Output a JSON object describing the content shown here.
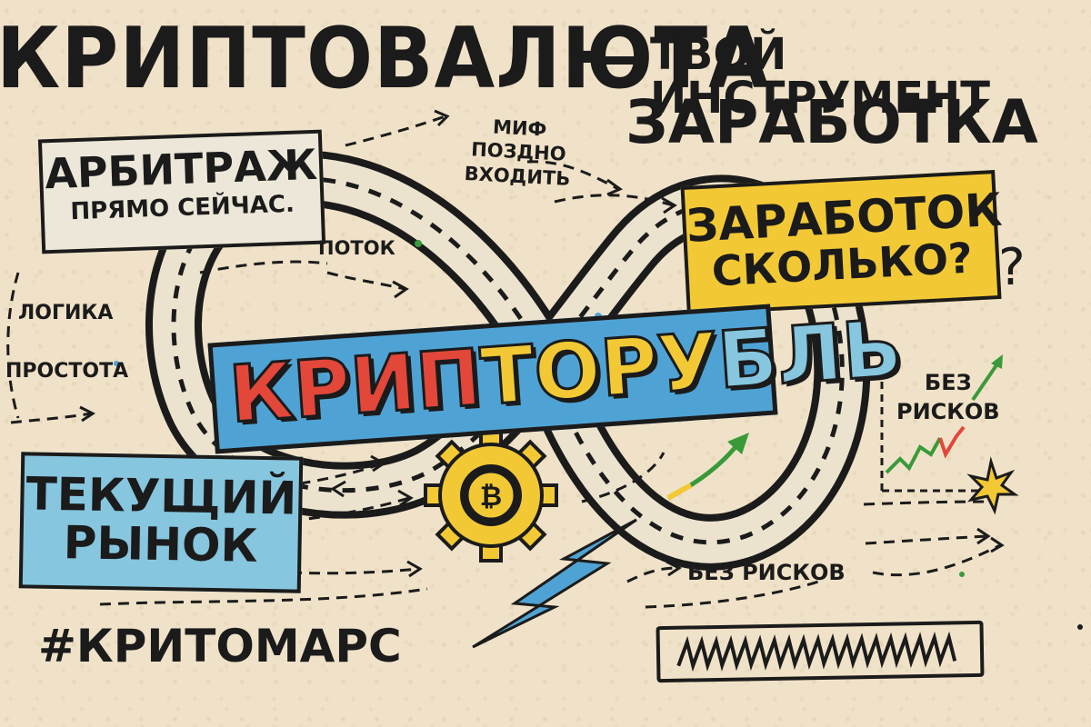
{
  "poster": {
    "title_main": "КРИПТОВАЛЮТА",
    "title_tail": "ТВОЙ ИНСТРУМЕНТ",
    "title_tail_2": "ЗАРАБОТКА",
    "brand": {
      "part1": "КРИП",
      "part2": "ТОРУ",
      "part3": "БЛЬ"
    },
    "notes": {
      "arbitrage_big": "АРБИТРАЖ",
      "arbitrage_small": "ПРЯМО СЕЙЧАС.",
      "earnings_line1": "ЗАРАБОТОК",
      "earnings_line2": "СКОЛЬКО?",
      "market_line1": "ТЕКУЩИЙ",
      "market_line2": "РЫНОК"
    },
    "handwriting": {
      "myth_line1": "МИФ",
      "myth_line2": "ПОЗДНО",
      "myth_line3": "ВХОДИТЬ",
      "flow": "ПОТОК",
      "logic": "ЛОГИКА",
      "simplicity": "ПРОСТОТА",
      "no_risk_top_line1": "БЕЗ",
      "no_risk_top_line2": "РИСКОВ",
      "no_risk_bottom": "БЕЗ РИСКОВ",
      "question_mark": "?"
    },
    "hashtag": "#КРИТОМАРС",
    "coin_symbol": "₿",
    "icons": [
      "infinity-road",
      "bitcoin-gear",
      "lightning-bolt",
      "trend-arrow",
      "spark-star"
    ],
    "colors": {
      "paper": "#f0e2c8",
      "ink": "#1b1b1b",
      "yellow": "#f2c935",
      "blue": "#4fa3d4",
      "light_blue": "#86c6de",
      "red": "#e2473a",
      "green": "#3a9a3a"
    }
  }
}
